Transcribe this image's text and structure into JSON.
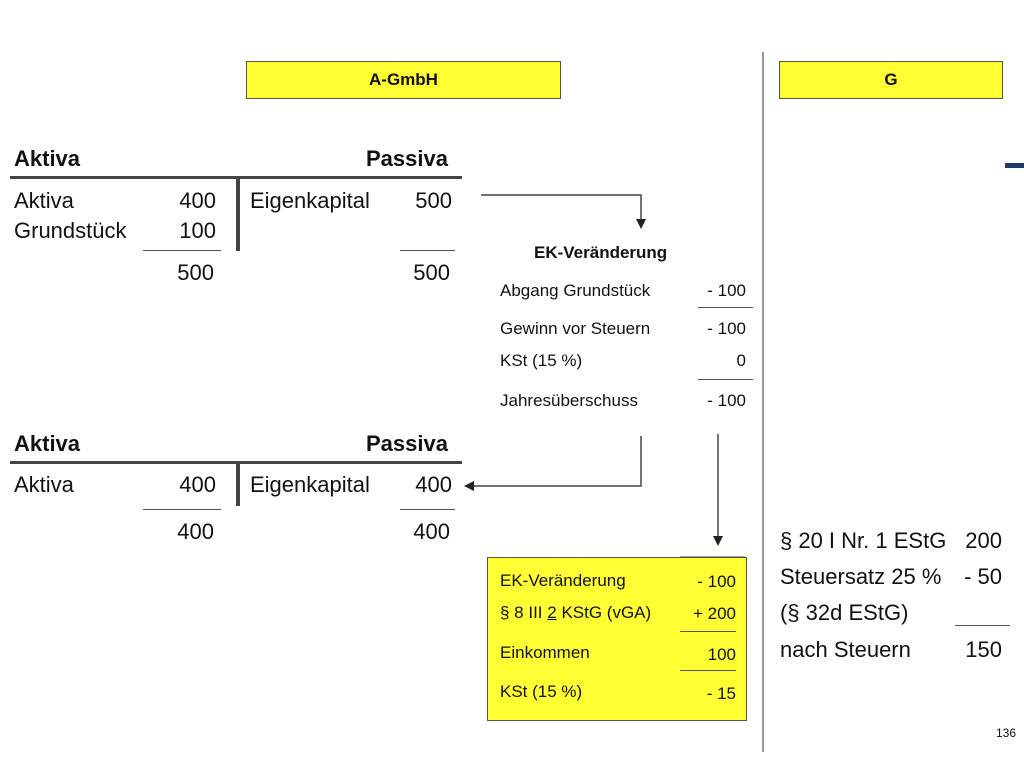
{
  "headers": {
    "left": "A-GmbH",
    "right": "G"
  },
  "balance1": {
    "aktiva_head": "Aktiva",
    "passiva_head": "Passiva",
    "rows": [
      {
        "label": "Aktiva",
        "value": "400",
        "p_label": "Eigenkapital",
        "p_value": "500"
      },
      {
        "label": "Grundstück",
        "value": "100"
      }
    ],
    "total_left": "500",
    "total_right": "500"
  },
  "ek_change": {
    "title": "EK-Veränderung",
    "rows": [
      {
        "label": "Abgang Grundstück",
        "value": "- 100"
      },
      {
        "label": "Gewinn vor Steuern",
        "value": "- 100"
      },
      {
        "label": "KSt (15 %)",
        "value": "0"
      },
      {
        "label": "Jahresüberschuss",
        "value": "- 100"
      }
    ]
  },
  "balance2": {
    "aktiva_head": "Aktiva",
    "passiva_head": "Passiva",
    "row": {
      "label": "Aktiva",
      "value": "400",
      "p_label": "Eigenkapital",
      "p_value": "400"
    },
    "total_left": "400",
    "total_right": "400"
  },
  "yellow_calc": {
    "rows": [
      {
        "label": "EK-Veränderung",
        "value": "- 100"
      },
      {
        "label_pre": "§ 8 III ",
        "label_u": "2",
        "label_post": " KStG (vGA)",
        "value": "+ 200"
      },
      {
        "label": "Einkommen",
        "value": "100"
      },
      {
        "label": "KSt (15 %)",
        "value": "- 15"
      }
    ]
  },
  "shareholder": {
    "rows": [
      {
        "label": "§ 20 I Nr. 1 EStG",
        "value": "200"
      },
      {
        "label": "Steuersatz 25 %",
        "value": "- 50"
      },
      {
        "label": "(§ 32d EStG)",
        "value": ""
      },
      {
        "label": "nach Steuern",
        "value": "150"
      }
    ]
  },
  "page_number": "136",
  "colors": {
    "highlight": "#ffff33",
    "accent": "#1f3a66"
  }
}
